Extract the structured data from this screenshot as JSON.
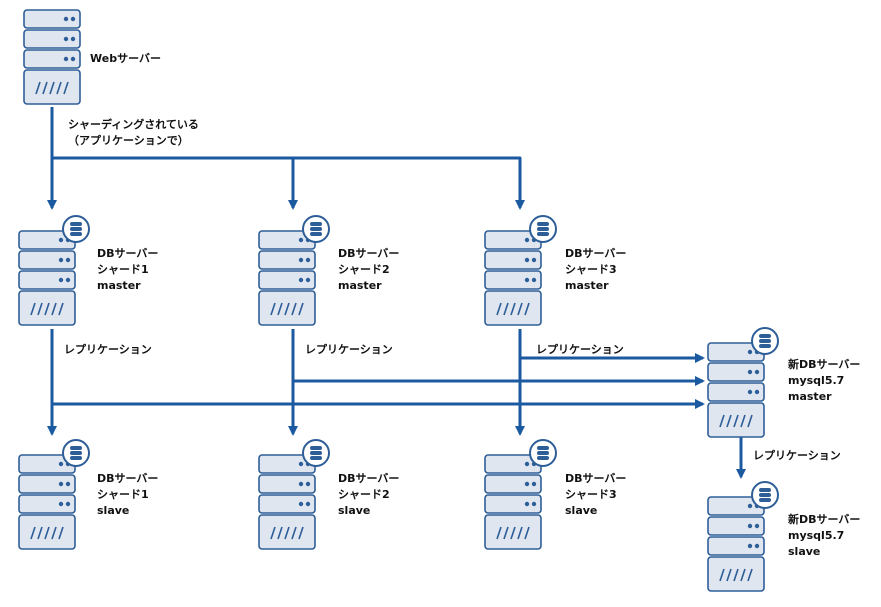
{
  "colors": {
    "arrow": "#1b5aa0",
    "server_fill": "#dfe6ef",
    "server_stroke": "#2e5e98",
    "badge_fill": "#ffffff"
  },
  "icons": {
    "server": "server-icon",
    "database": "database-icon"
  },
  "web_server": {
    "label": "Webサーバー"
  },
  "sharding_note": {
    "line1": "シャーディングされている",
    "line2": "（アプリケーションで）"
  },
  "masters": [
    {
      "line1": "DBサーバー",
      "line2": "シャード1",
      "line3": "master"
    },
    {
      "line1": "DBサーバー",
      "line2": "シャード2",
      "line3": "master"
    },
    {
      "line1": "DBサーバー",
      "line2": "シャード3",
      "line3": "master"
    }
  ],
  "slaves": [
    {
      "line1": "DBサーバー",
      "line2": "シャード1",
      "line3": "slave"
    },
    {
      "line1": "DBサーバー",
      "line2": "シャード2",
      "line3": "slave"
    },
    {
      "line1": "DBサーバー",
      "line2": "シャード3",
      "line3": "slave"
    }
  ],
  "replication_label": "レプリケーション",
  "new_master": {
    "line1": "新DBサーバー",
    "line2": "mysql5.7",
    "line3": "master"
  },
  "new_slave": {
    "line1": "新DBサーバー",
    "line2": "mysql5.7",
    "line3": "slave"
  }
}
